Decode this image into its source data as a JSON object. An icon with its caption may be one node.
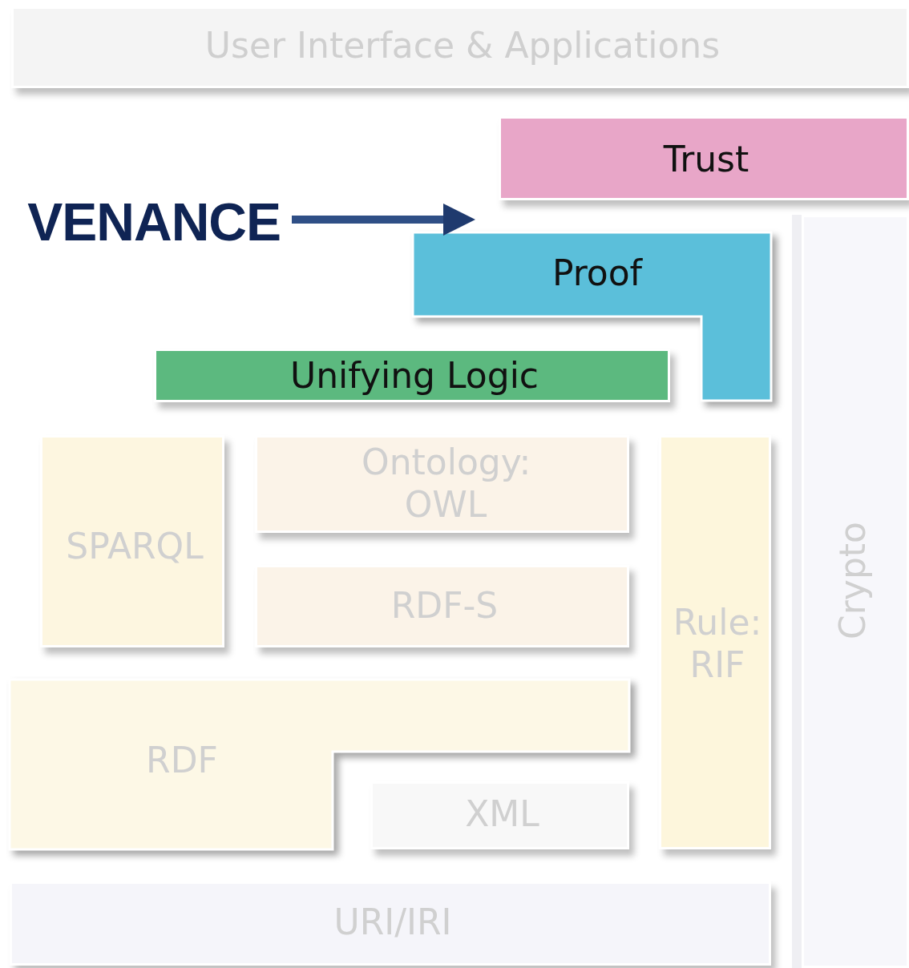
{
  "diagram": {
    "nodes": [
      {
        "text": [
          "User Interface & Applications"
        ]
      },
      {
        "text": [
          "Trust"
        ]
      },
      {
        "text": [
          "VENANCE"
        ]
      },
      {
        "text": [
          "Proof"
        ]
      },
      {
        "text": [
          "Unifying Logic"
        ]
      },
      {
        "text": [
          "SPARQL"
        ]
      },
      {
        "text": [
          "Ontology: OWL"
        ]
      },
      {
        "text": [
          "RDF-S"
        ]
      },
      {
        "text": [
          "Rule: RIF"
        ]
      },
      {
        "text": [
          "RDF"
        ]
      },
      {
        "text": [
          "XML"
        ]
      },
      {
        "text": [
          "URI/IRI"
        ]
      },
      {
        "text": [
          "Crypto"
        ]
      }
    ],
    "edges": [
      {
        "from": 2,
        "to": 3,
        "arrow": "to"
      }
    ]
  }
}
